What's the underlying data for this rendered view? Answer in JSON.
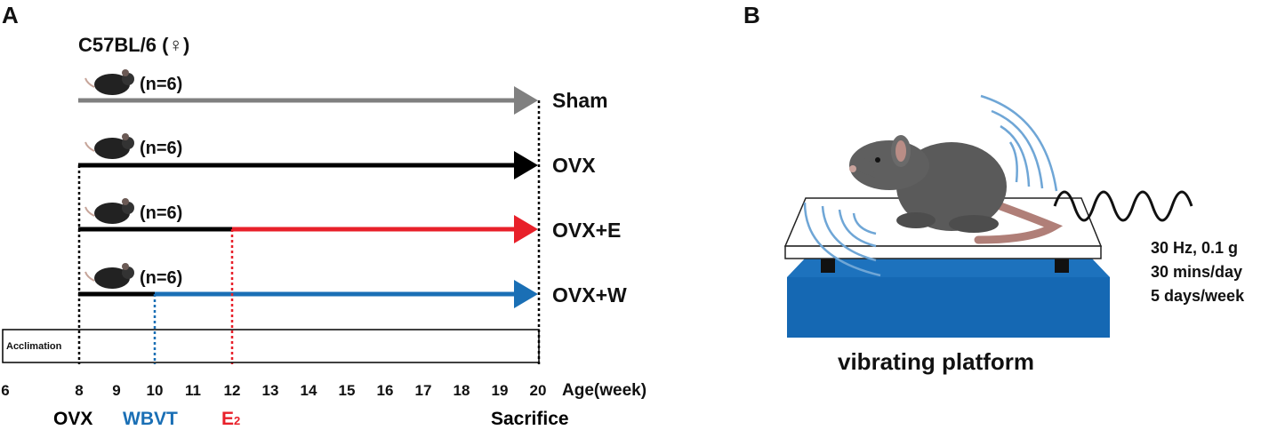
{
  "panel_a": {
    "label": "A",
    "strain": "C57BL/6 (♀)",
    "groups": [
      {
        "name": "Sham",
        "n": "(n=6)",
        "color": "#808080"
      },
      {
        "name": "OVX",
        "n": "(n=6)",
        "color": "#000000"
      },
      {
        "name": "OVX+E",
        "n": "(n=6)",
        "color": "#e8202a"
      },
      {
        "name": "OVX+W",
        "n": "(n=6)",
        "color": "#1a6fb5"
      }
    ],
    "acclimation": "Acclimation",
    "ticks": [
      "6",
      "8",
      "9",
      "10",
      "11",
      "12",
      "13",
      "14",
      "15",
      "16",
      "17",
      "18",
      "19",
      "20"
    ],
    "axis_label": "Age(week)",
    "events": {
      "ovx": {
        "label": "OVX",
        "color": "#000000"
      },
      "wbvt": {
        "label": "WBVT",
        "color": "#1a6fb5"
      },
      "e2": {
        "label": "E",
        "sub": "2",
        "color": "#e8202a"
      },
      "sacrifice": {
        "label": "Sacrifice",
        "color": "#000000"
      }
    }
  },
  "panel_b": {
    "label": "B",
    "params": [
      "30 Hz, 0.1 g",
      "30 mins/day",
      "5 days/week"
    ],
    "platform_label": "vibrating platform",
    "platform_color": "#1568b3",
    "wave_color": "#6fa6d6"
  }
}
